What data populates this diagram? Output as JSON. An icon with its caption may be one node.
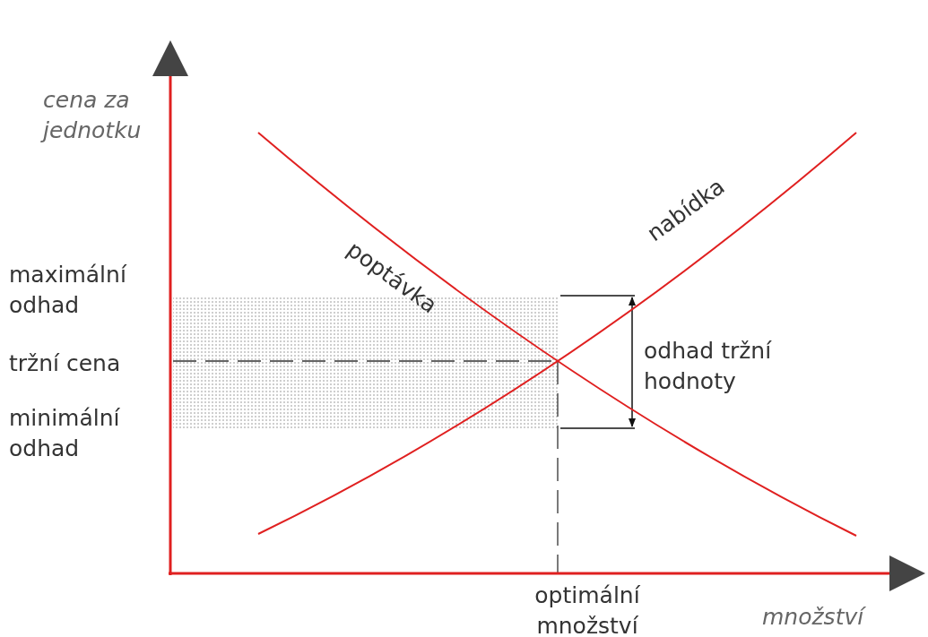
{
  "diagram": {
    "labels": [
      "cena za jednotku",
      "poptávka",
      "nabídka",
      "maximální odhad",
      "tržní cena",
      "minimální odhad",
      "odhad tržní hodnoty",
      "optimální množství",
      "množství"
    ]
  }
}
